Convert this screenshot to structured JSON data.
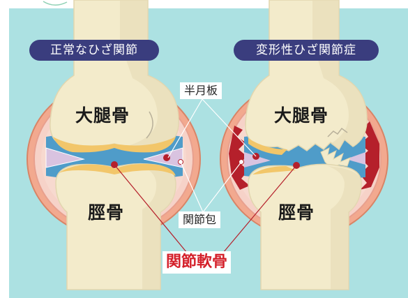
{
  "left_panel": {
    "title": "正常なひざ関節",
    "femur_label": "大腿骨",
    "tibia_label": "脛骨"
  },
  "right_panel": {
    "title": "変形性ひざ関節症",
    "femur_label": "大腿骨",
    "tibia_label": "脛骨"
  },
  "callouts": {
    "meniscus": "半月板",
    "joint_capsule": "関節包",
    "articular_cartilage": "関節軟骨"
  },
  "colors": {
    "background": "#ace1e2",
    "bone": "#f3ebcb",
    "bone_shadow": "#e2d6ae",
    "cartilage": "#f2c66a",
    "synovial": "#4f9cc9",
    "meniscus": "#d9c3e0",
    "capsule_outer": "#f2a98f",
    "capsule_ring": "#f6d2c8",
    "inflammation": "#b5202b",
    "title_pill": "#3a3d7e",
    "cartilage_label": "#d4202a"
  }
}
